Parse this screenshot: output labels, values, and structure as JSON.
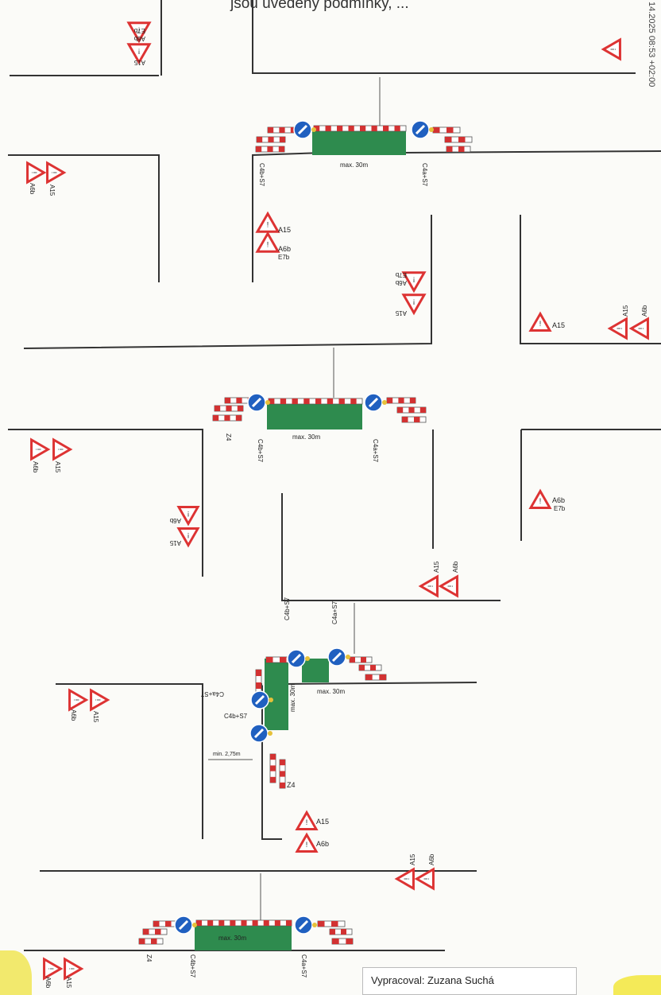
{
  "header": {
    "text": "jsou uvedeny podmínky, ..."
  },
  "stamp": {
    "text": "14.2025 08:53 +02:00"
  },
  "signs": {
    "a15": "A15",
    "a6b": "A6b",
    "e7b": "E7b",
    "z4": "Z4",
    "c4b": "C4b+S7",
    "c4a": "C4a+S7"
  },
  "labels": {
    "max30": "max. 30m",
    "width": "min. 2,75m"
  },
  "footer": {
    "prepared_by": "Vypracoval: Zuzana Suchá"
  },
  "colors": {
    "work_zone": "#2e8b4e",
    "barrier_red": "#d23232",
    "sign_blue": "#2060c0",
    "line": "#333333"
  }
}
